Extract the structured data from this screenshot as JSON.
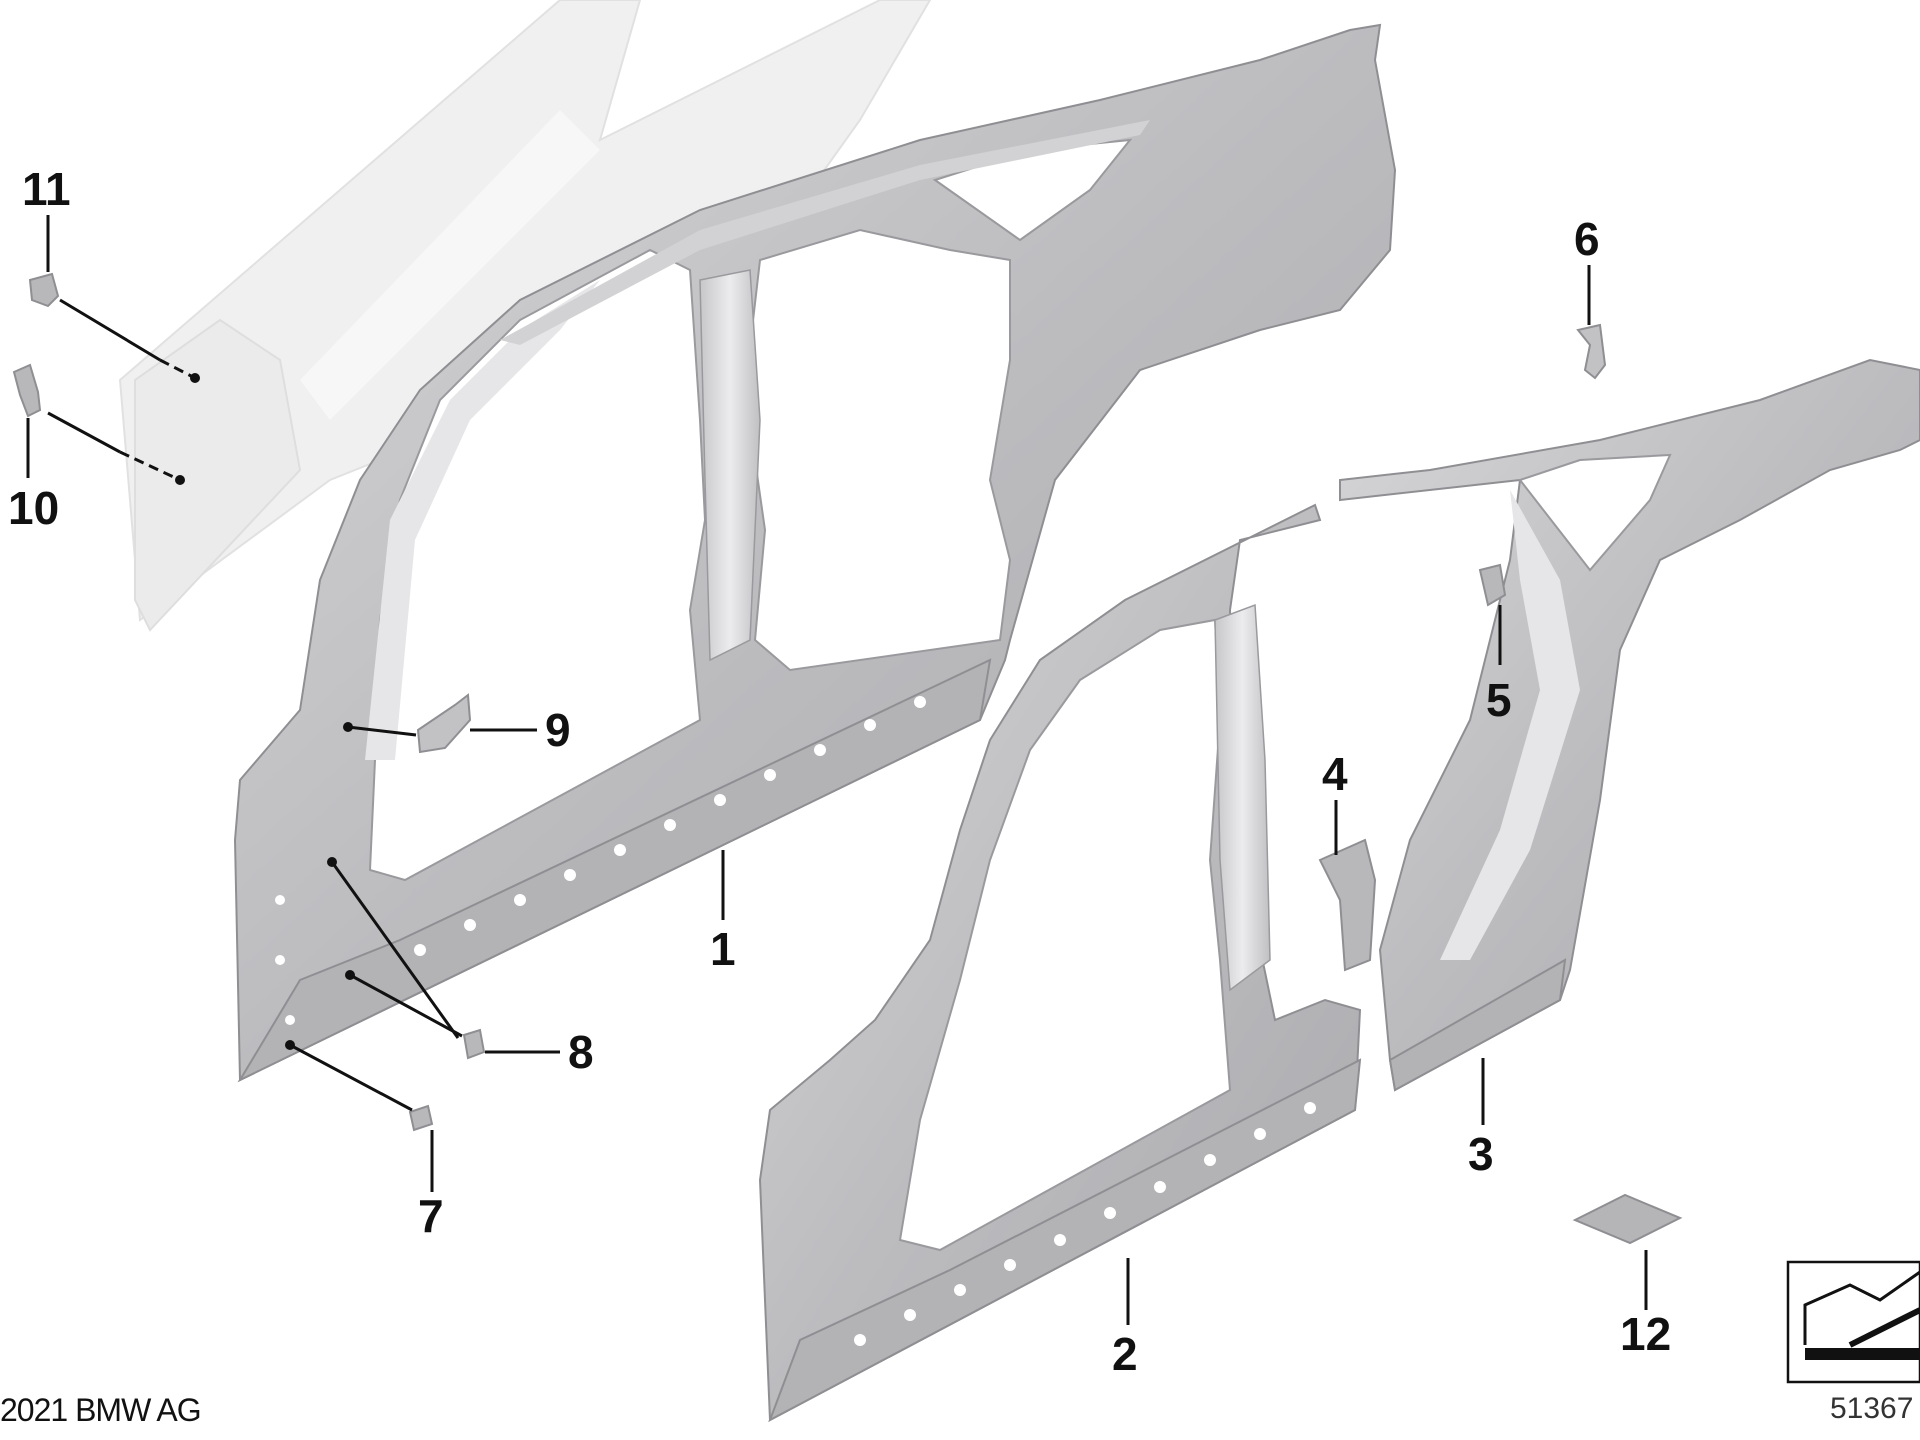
{
  "callouts": {
    "c1": "1",
    "c2": "2",
    "c3": "3",
    "c4": "4",
    "c5": "5",
    "c6": "6",
    "c7": "7",
    "c8": "8",
    "c9": "9",
    "c10": "10",
    "c11": "11",
    "c12": "12"
  },
  "footer": {
    "copyright": "2021 BMW AG",
    "diagram_id": "51367"
  },
  "colors": {
    "panel_fill": "#bdbdc0",
    "panel_stroke": "#9a9a9e",
    "ghost_fill": "#e9e9ea",
    "label": "#111111"
  }
}
